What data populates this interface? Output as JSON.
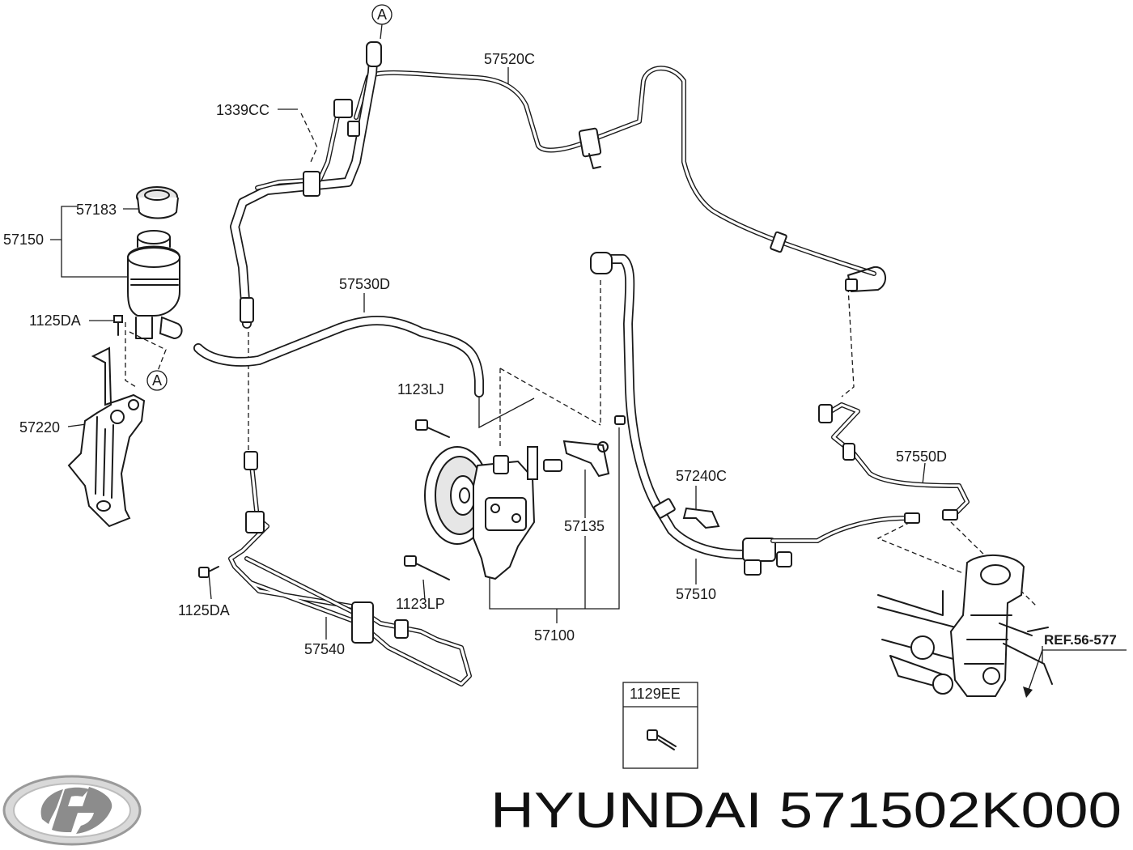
{
  "brand": {
    "logo_icon": "hyundai-logo-icon",
    "title_text": "HYUNDAI 571502K000"
  },
  "callouts": {
    "a_top": "A",
    "a_reservoir": "A",
    "p57520C": "57520C",
    "p1339CC": "1339CC",
    "p57183": "57183",
    "p57150": "57150",
    "p1125DA_top": "1125DA",
    "p57530D": "57530D",
    "p57220": "57220",
    "p1123LJ": "1123LJ",
    "p57240C": "57240C",
    "p57550D": "57550D",
    "p57135": "57135",
    "p1125DA_bottom": "1125DA",
    "p1123LP": "1123LP",
    "p57510": "57510",
    "p57540": "57540",
    "p57100": "57100",
    "ref": "REF.56-577",
    "p1129EE": "1129EE"
  }
}
